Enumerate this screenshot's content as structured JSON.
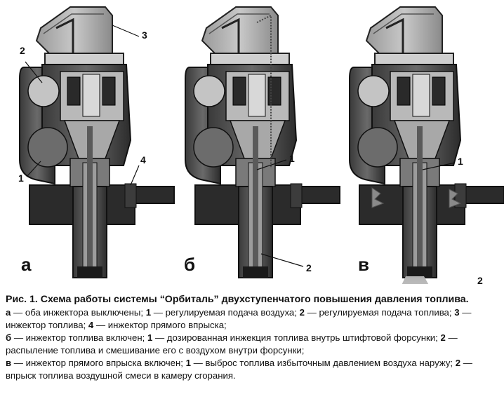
{
  "panels": [
    {
      "letter": "а"
    },
    {
      "letter": "б"
    },
    {
      "letter": "в"
    }
  ],
  "callouts": {
    "a_2": "2",
    "a_3": "3",
    "a_1": "1",
    "a_4": "4",
    "b_1": "1",
    "b_2": "2",
    "c_1": "1",
    "c_2": "2"
  },
  "caption": {
    "title": "Рис. 1. Схема работы системы “Орбиталь” двухступенчатого повышения давления топлива.",
    "lines": [
      {
        "letter": "а",
        "text_1": " — оба инжектора выключены; ",
        "n1": "1",
        "text_2": " — регулируемая подача воздуха; ",
        "n2": "2",
        "text_3": " — регулируемая подача топлива; ",
        "n3": "3",
        "text_4": " — инжектор топлива; ",
        "n4": "4",
        "text_5": " — инжектор прямого впрыска;"
      },
      {
        "letter": "б",
        "text_1": " — инжектор топлива включен; ",
        "n1": "1",
        "text_2": " — дозированная инжекция топлива внутрь штифтовой форсунки; ",
        "n2": "2",
        "text_3": " — распыление топлива и смешивание его с воздухом внутри форсунки;"
      },
      {
        "letter": "в",
        "text_1": " — инжектор прямого впрыска включен; ",
        "n1": "1",
        "text_2": " — выброс топлива избыточным давлением воздуха наружу; ",
        "n2": "2",
        "text_3": " — впрыск топлива воздушной смеси в камеру сгорания."
      }
    ]
  }
}
